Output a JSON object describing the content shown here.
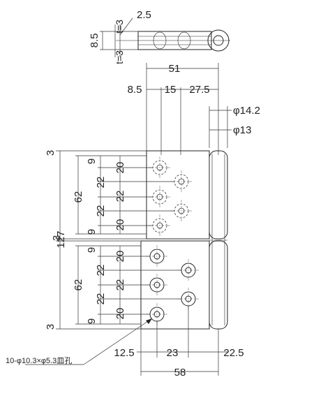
{
  "side_view": {
    "dim_height": "8.5",
    "dim_gap": "2.5",
    "dim_thickness_top": "t=3",
    "dim_thickness_bottom": "t=3"
  },
  "top_dims": {
    "overall_width": "51",
    "offset_left": "8.5",
    "hole_spacing": "15",
    "offset_right": "27.5",
    "knuckle_diameter_outer": "φ14.2",
    "knuckle_diameter_inner": "φ13"
  },
  "left_dims": {
    "overall_height": "127",
    "leaf_height_upper": "62",
    "leaf_height_lower": "62",
    "edge_top": "3",
    "edge_middle": "3",
    "edge_bottom": "3",
    "upper_leaf_chain": [
      "9",
      "20",
      "22",
      "22",
      "22",
      "22",
      "20",
      "9"
    ],
    "lower_leaf_chain": [
      "9",
      "20",
      "22",
      "22",
      "22",
      "22",
      "20",
      "9"
    ]
  },
  "bottom_dims": {
    "hole_offset_left": "12.5",
    "hole_spacing": "23",
    "hole_offset_right": "22.5",
    "overall_width": "58"
  },
  "note": "10-φ10.3×φ5.3皿孔"
}
